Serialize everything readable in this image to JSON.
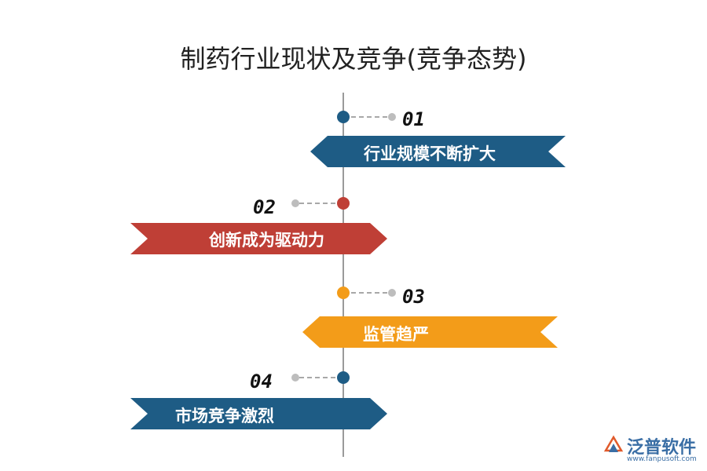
{
  "title": "制药行业现状及竞争(竞争态势)",
  "steps": [
    {
      "number": "01",
      "label": "行业规模不断扩大",
      "color": "#1e5c85",
      "side": "right"
    },
    {
      "number": "02",
      "label": "创新成为驱动力",
      "color": "#bf3f36",
      "side": "left"
    },
    {
      "number": "03",
      "label": "监管趋严",
      "color": "#f39c19",
      "side": "right"
    },
    {
      "number": "04",
      "label": "市场竞争激烈",
      "color": "#1e5c85",
      "side": "left"
    }
  ],
  "logo": {
    "name": "泛普软件",
    "url": "www.fanpusoft.com"
  }
}
